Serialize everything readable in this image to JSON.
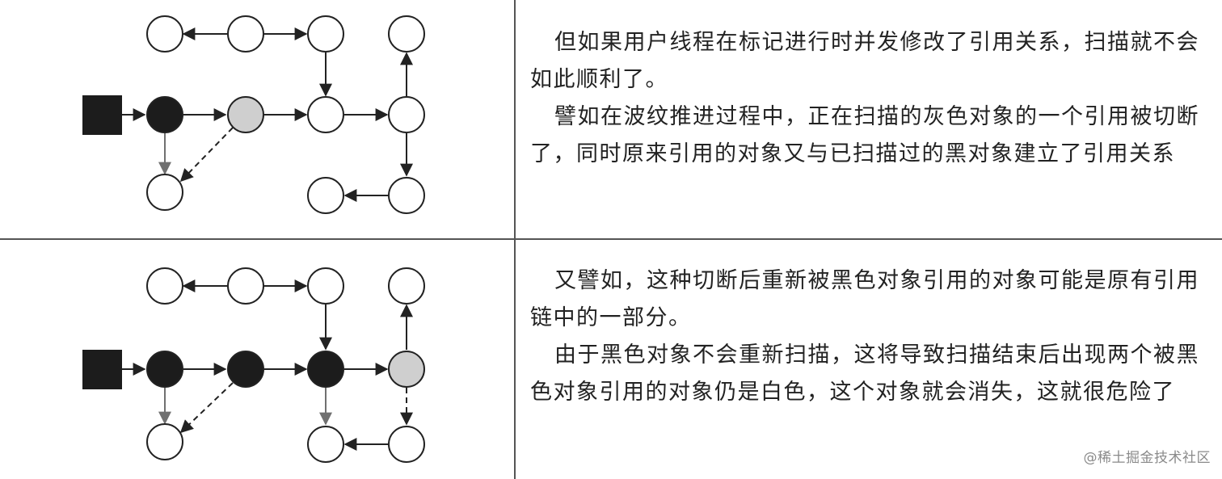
{
  "panels": [
    {
      "paragraphs": [
        "但如果用户线程在标记进行时并发修改了引用关系，扫描就不会如此顺利了。",
        "譬如在波纹推进过程中，正在扫描的灰色对象的一个引用被切断了，同时原来引用的对象又与已扫描过的黑对象建立了引用关系"
      ]
    },
    {
      "paragraphs": [
        "又譬如，这种切断后重新被黑色对象引用的对象可能是原有引用链中的一部分。",
        "由于黑色对象不会重新扫描，这将导致扫描结束后出现两个被黑色对象引用的对象仍是白色，这个对象就会消失，这就很危险了"
      ]
    }
  ],
  "watermark": "@稀土掘金技术社区",
  "colors": {
    "black": "#1c1c1c",
    "gray": "#cfcfcf",
    "white": "#ffffff",
    "stroke": "#222222",
    "gray_arrow": "#707070"
  }
}
